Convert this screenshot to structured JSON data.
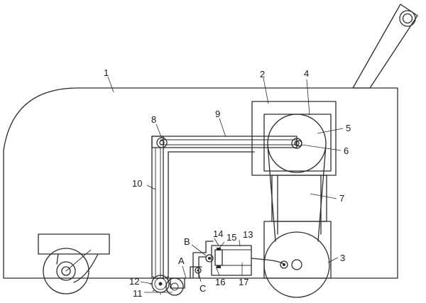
{
  "callouts": [
    "1",
    "2",
    "3",
    "4",
    "5",
    "6",
    "7",
    "8",
    "9",
    "10",
    "11",
    "12",
    "13",
    "14",
    "15",
    "16",
    "17",
    "A",
    "B",
    "C"
  ]
}
